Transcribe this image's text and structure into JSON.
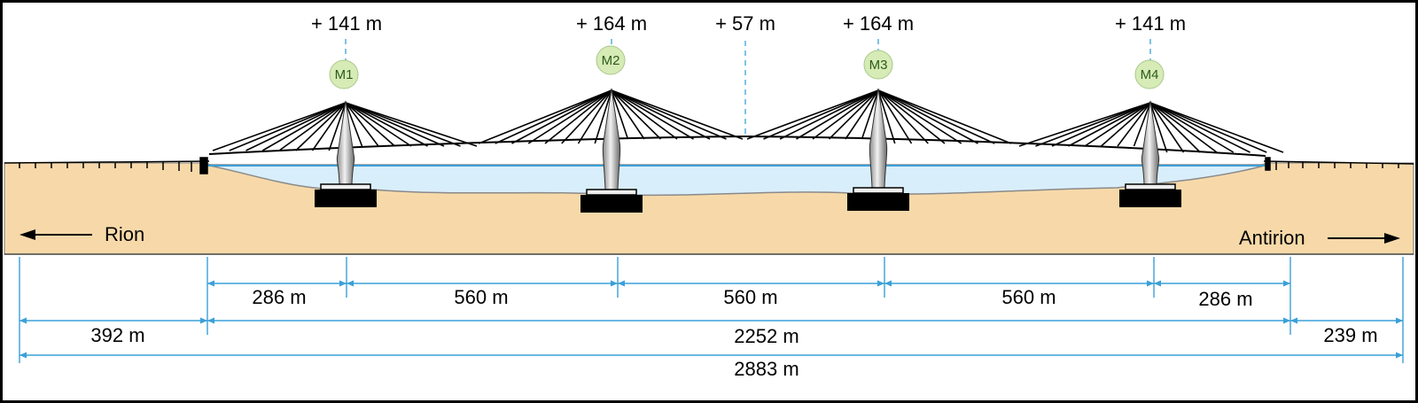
{
  "towers": [
    {
      "id": "M1",
      "height_label": "+ 141 m"
    },
    {
      "id": "M2",
      "height_label": "+ 164 m"
    },
    {
      "id": "M3",
      "height_label": "+ 164 m"
    },
    {
      "id": "M4",
      "height_label": "+ 141 m"
    }
  ],
  "midspan_height_label": "+ 57 m",
  "ends": {
    "left_label": "Rion",
    "right_label": "Antirion"
  },
  "dimensions": {
    "spans": [
      "286 m",
      "560 m",
      "560 m",
      "560 m",
      "286 m"
    ],
    "approach_left": "392 m",
    "main_total": "2252 m",
    "approach_right": "239 m",
    "overall": "2883 m"
  },
  "colors": {
    "ground": "#f7d9a9",
    "water": "#d9eefb",
    "dimension_lines": "#3aa0d8",
    "pier_badge": "#d6ebb6"
  }
}
